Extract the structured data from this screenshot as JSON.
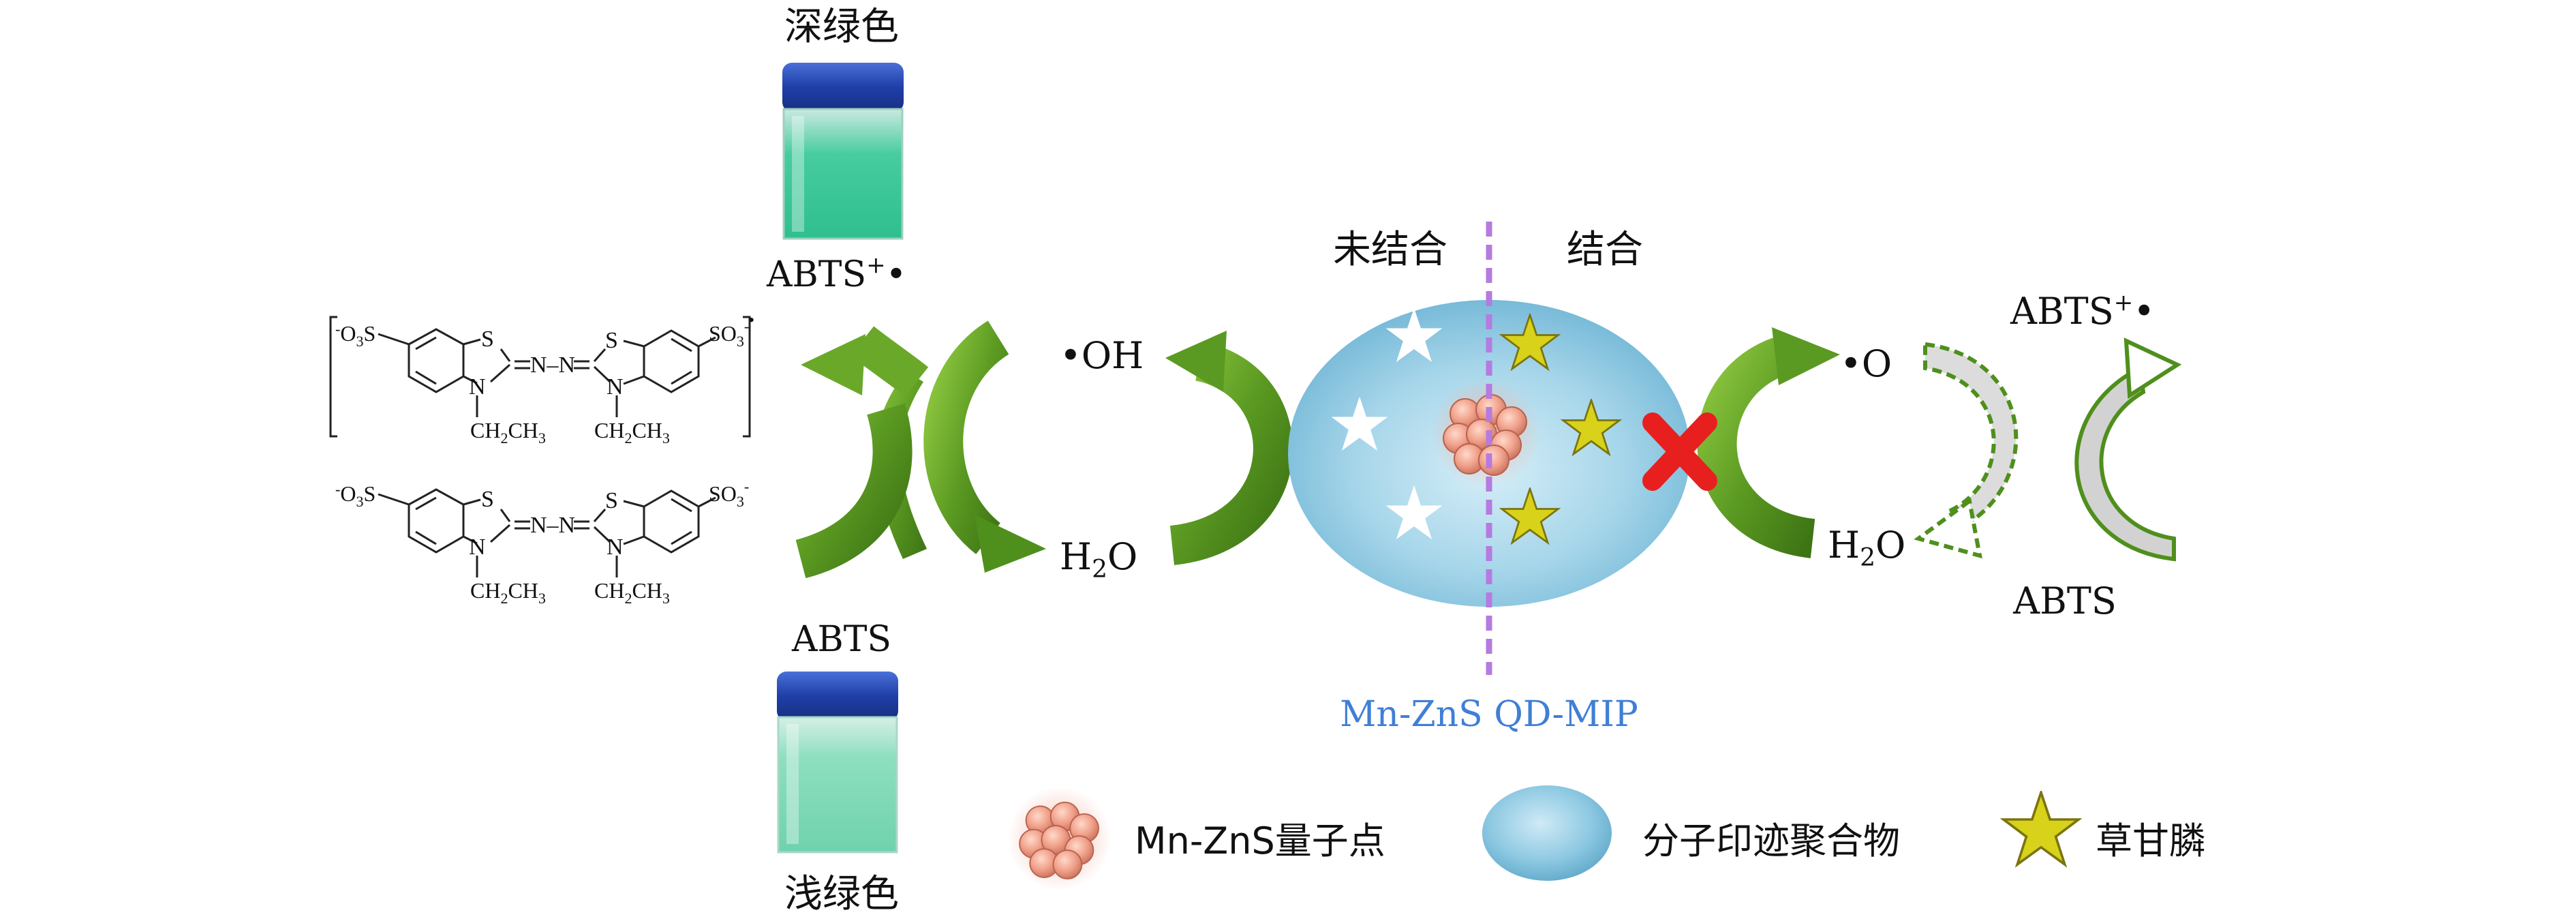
{
  "top_vial": {
    "color_label": "深绿色",
    "species_label": "ABTS",
    "species_sup": "+",
    "species_dot": "•"
  },
  "bottom_vial": {
    "species_label": "ABTS",
    "color_label": "浅绿色"
  },
  "left_cycle": {
    "radical": "•OH",
    "water_main": "H",
    "water_sub": "2",
    "water_tail": "O"
  },
  "particle": {
    "unbound_label": "未结合",
    "bound_label": "结合",
    "name": "Mn-ZnS QD-MIP"
  },
  "right_cycle": {
    "radical": "•O",
    "water_main": "H",
    "water_sub": "2",
    "water_tail": "O",
    "top_species": "ABTS",
    "top_sup": "+",
    "top_dot": "•",
    "bottom_species": "ABTS"
  },
  "structures": {
    "upper": {
      "left_group_prefix": "-",
      "left_group": "O",
      "left_group_sub": "3",
      "left_group_s": "S",
      "ring_s": "S",
      "ring_n": "N",
      "azo": "N–N",
      "right_group": "SO",
      "right_group_sub": "3",
      "right_group_sup": "-",
      "bracket_charge": "•",
      "ethyl_left": "CH",
      "ethyl_left_sub1": "2",
      "ethyl_left_mid": "CH",
      "ethyl_left_sub2": "3",
      "ethyl_right": "CH",
      "ethyl_right_sub1": "2",
      "ethyl_right_mid": "CH",
      "ethyl_right_sub2": "3"
    },
    "lower": {
      "left_group_prefix": "-",
      "left_group": "O",
      "left_group_sub": "3",
      "left_group_s": "S",
      "ring_s": "S",
      "ring_n": "N",
      "azo": "N–N",
      "right_group": "SO",
      "right_group_sub": "3",
      "right_group_sup": "-",
      "ethyl_left": "CH",
      "ethyl_left_sub1": "2",
      "ethyl_left_mid": "CH",
      "ethyl_left_sub2": "3",
      "ethyl_right": "CH",
      "ethyl_right_sub1": "2",
      "ethyl_right_mid": "CH",
      "ethyl_right_sub2": "3"
    }
  },
  "legend": {
    "qd_label": "Mn-ZnS量子点",
    "mip_label": "分子印迹聚合物",
    "glyphosate_label": "草甘膦"
  },
  "colors": {
    "arrow_green": "#4f8f1c",
    "arrow_green_light": "#78b83a",
    "mip_blue": "#9fd0e6",
    "divider_purple": "#b57be0",
    "name_blue": "#3f7fd6",
    "cross_red": "#e81f1f",
    "star_white": "#ffffff",
    "star_yellow": "#d8d21a",
    "vial_cap": "#1f3fa8",
    "vial_liquid_dark": "#35c79a",
    "vial_liquid_light": "#7fd8b8"
  },
  "icons": [
    "vial-icon",
    "curved-arrow-icon",
    "star-icon",
    "quantum-dot-icon",
    "cross-icon"
  ]
}
